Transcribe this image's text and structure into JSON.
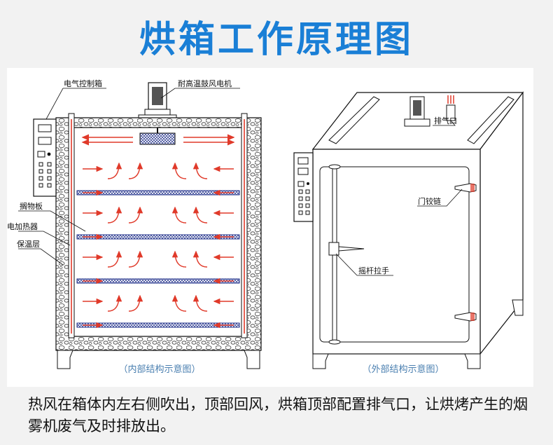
{
  "title": "烘箱工作原理图",
  "labels": {
    "control_box": "电气控制箱",
    "motor": "耐高温鼓风电机",
    "shelf": "搁物板",
    "heater": "电加热器",
    "insulation": "保温层",
    "exhaust": "排气口",
    "hinge": "门铰链",
    "handle": "摇杆拉手"
  },
  "captions": {
    "internal": "（内部结构示意图）",
    "external": "（外部结构示意图）"
  },
  "description": "热风在箱体内左右侧吹出，顶部回风，烘箱顶部配置排气口，让烘烤产生的烟雾机废气及时排放出。",
  "colors": {
    "title": "#1a7fd6",
    "airflow": "#e03a2a",
    "shelf": "#1f2f8a",
    "caption": "#4a7fb0"
  }
}
